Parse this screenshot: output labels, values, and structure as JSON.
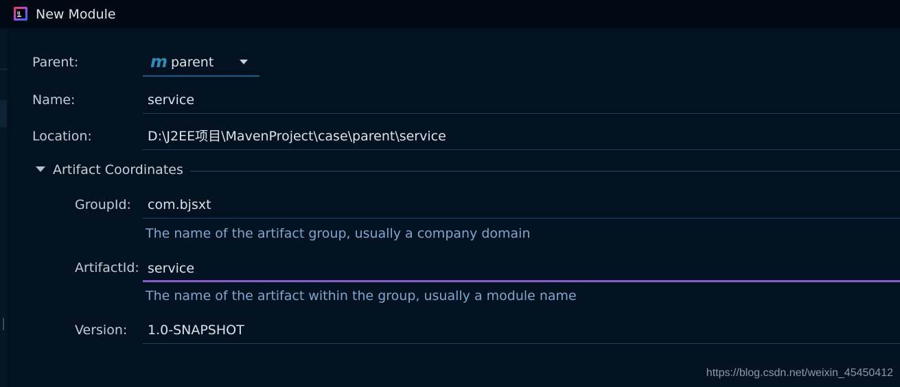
{
  "window": {
    "title": "New Module",
    "icon": "intellij-idea-icon"
  },
  "form": {
    "parent": {
      "label": "Parent:",
      "icon_text": "m",
      "value": "parent"
    },
    "name": {
      "label": "Name:",
      "value": "service"
    },
    "location": {
      "label": "Location:",
      "value": "D:\\J2EE项目\\MavenProject\\case\\parent\\service"
    }
  },
  "artifact_section": {
    "title": "Artifact Coordinates",
    "expanded": true,
    "group_id": {
      "label": "GroupId:",
      "value": "com.bjsxt",
      "hint": "The name of the artifact group, usually a company domain"
    },
    "artifact_id": {
      "label": "ArtifactId:",
      "value": "service",
      "hint": "The name of the artifact within the group, usually a module name"
    },
    "version": {
      "label": "Version:",
      "value": "1.0-SNAPSHOT"
    }
  },
  "watermark": "https://blog.csdn.net/weixin_45450412",
  "colors": {
    "background": "#021220",
    "focus_underline": "#8a5bd1",
    "hint_text": "#7fa7cf",
    "maven_icon": "#2a8fb8"
  }
}
